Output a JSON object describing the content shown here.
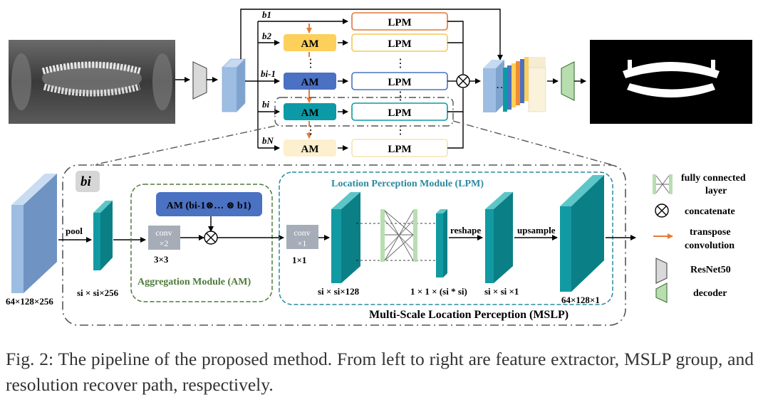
{
  "top": {
    "branches": [
      "b1",
      "b2",
      "bi-1",
      "bi",
      "bN"
    ],
    "am_label": "AM",
    "lpm_label": "LPM",
    "dots": "⋮",
    "dots_h": "…"
  },
  "mslp": {
    "title": "Multi-Scale Location Perception (MSLP)",
    "block_label": "bi",
    "pool": "pool",
    "input_dim": "64×128×256",
    "pool_dim": "si × si×256",
    "am_box": "AM (bi-1⊗… ⊗ b1)",
    "conv2_top": "conv",
    "conv2_bottom": "×2",
    "conv2_kernel": "3×3",
    "am_module": "Aggregation Module (AM)",
    "lpm_module": "Location Perception Module (LPM)",
    "conv1_top": "conv",
    "conv1_bottom": "×1",
    "conv1_kernel": "1×1",
    "dim_128": "si × si×128",
    "dim_flat": "1 × 1 × (si * si)",
    "reshape": "reshape",
    "dim_1": "si × si ×1",
    "upsample": "upsample",
    "output_dim": "64×128×1"
  },
  "legend": {
    "fc": "fully connected layer",
    "fc_line1": "fully connected",
    "fc_line2": "layer",
    "concat": "concatenate",
    "transpose": "transpose convolution",
    "transpose_line1": "transpose",
    "transpose_line2": "convolution",
    "resnet": "ResNet50",
    "decoder": "decoder"
  },
  "caption": "Fig. 2: The pipeline of the proposed method. From left to right are feature extractor, MSLP group, and resolution recover path, respectively.",
  "colors": {
    "am_yellow": "#fcd05a",
    "am_blue": "#4a71c2",
    "am_teal": "#0c9aa6",
    "am_pale": "#fdf0cf",
    "lpm_orange_border": "#e0783a",
    "lpm_blue_border": "#4a72c0",
    "teal_block": "#129aa2",
    "light_blue_block": "#9dbde3",
    "green_decoder": "#b8deb0",
    "orange_arrow": "#e87a33",
    "am_dash": "#4e7a3a",
    "lpm_dash": "#2b8aa0"
  }
}
